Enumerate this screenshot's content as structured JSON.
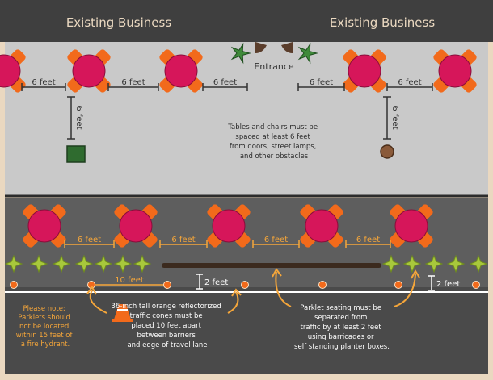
{
  "header": {
    "left_business": "Existing Business",
    "right_business": "Existing Business",
    "entrance": "Entrance"
  },
  "sidewalk": {
    "spacing_labels": [
      "6 feet",
      "6 feet",
      "6 feet",
      "6 feet",
      "6 feet"
    ],
    "vertical_labels": [
      "6 feet",
      "6 feet"
    ],
    "note": [
      "Tables and chairs must be",
      "spaced at least 6 feet",
      "from doors, street lamps,",
      "and other obstacles"
    ]
  },
  "parklet": {
    "spacing_labels": [
      "6 feet",
      "6 feet",
      "6 feet",
      "6 feet"
    ],
    "cone_distance_label": "10 feet",
    "clearance_labels": [
      "2 feet",
      "2 feet"
    ]
  },
  "notes": {
    "hydrant": [
      "Please note:",
      "Parklets should",
      "not be located",
      "within 15 feet of",
      "a fire hydrant."
    ],
    "cones": [
      "36-inch tall orange reflectorized",
      "traffic cones must be",
      "placed 10 feet apart",
      "between barriers",
      "and edge of travel lane"
    ],
    "barrier": [
      "Parklet seating must be",
      "separated from",
      "traffic by at least 2 feet",
      "using barricades or",
      "self standing planter boxes."
    ]
  },
  "colors": {
    "background": "#ead8c0",
    "storefront": "#3f3f3f",
    "sidewalk": "#c9c9c9",
    "parklet": "#5e5e5e",
    "road": "#4a4a4a",
    "table": "#d6165a",
    "chair": "#f26a1b",
    "planter": "#a8c83c",
    "cone": "#f26a1b",
    "note_text": "#f5a63a"
  }
}
